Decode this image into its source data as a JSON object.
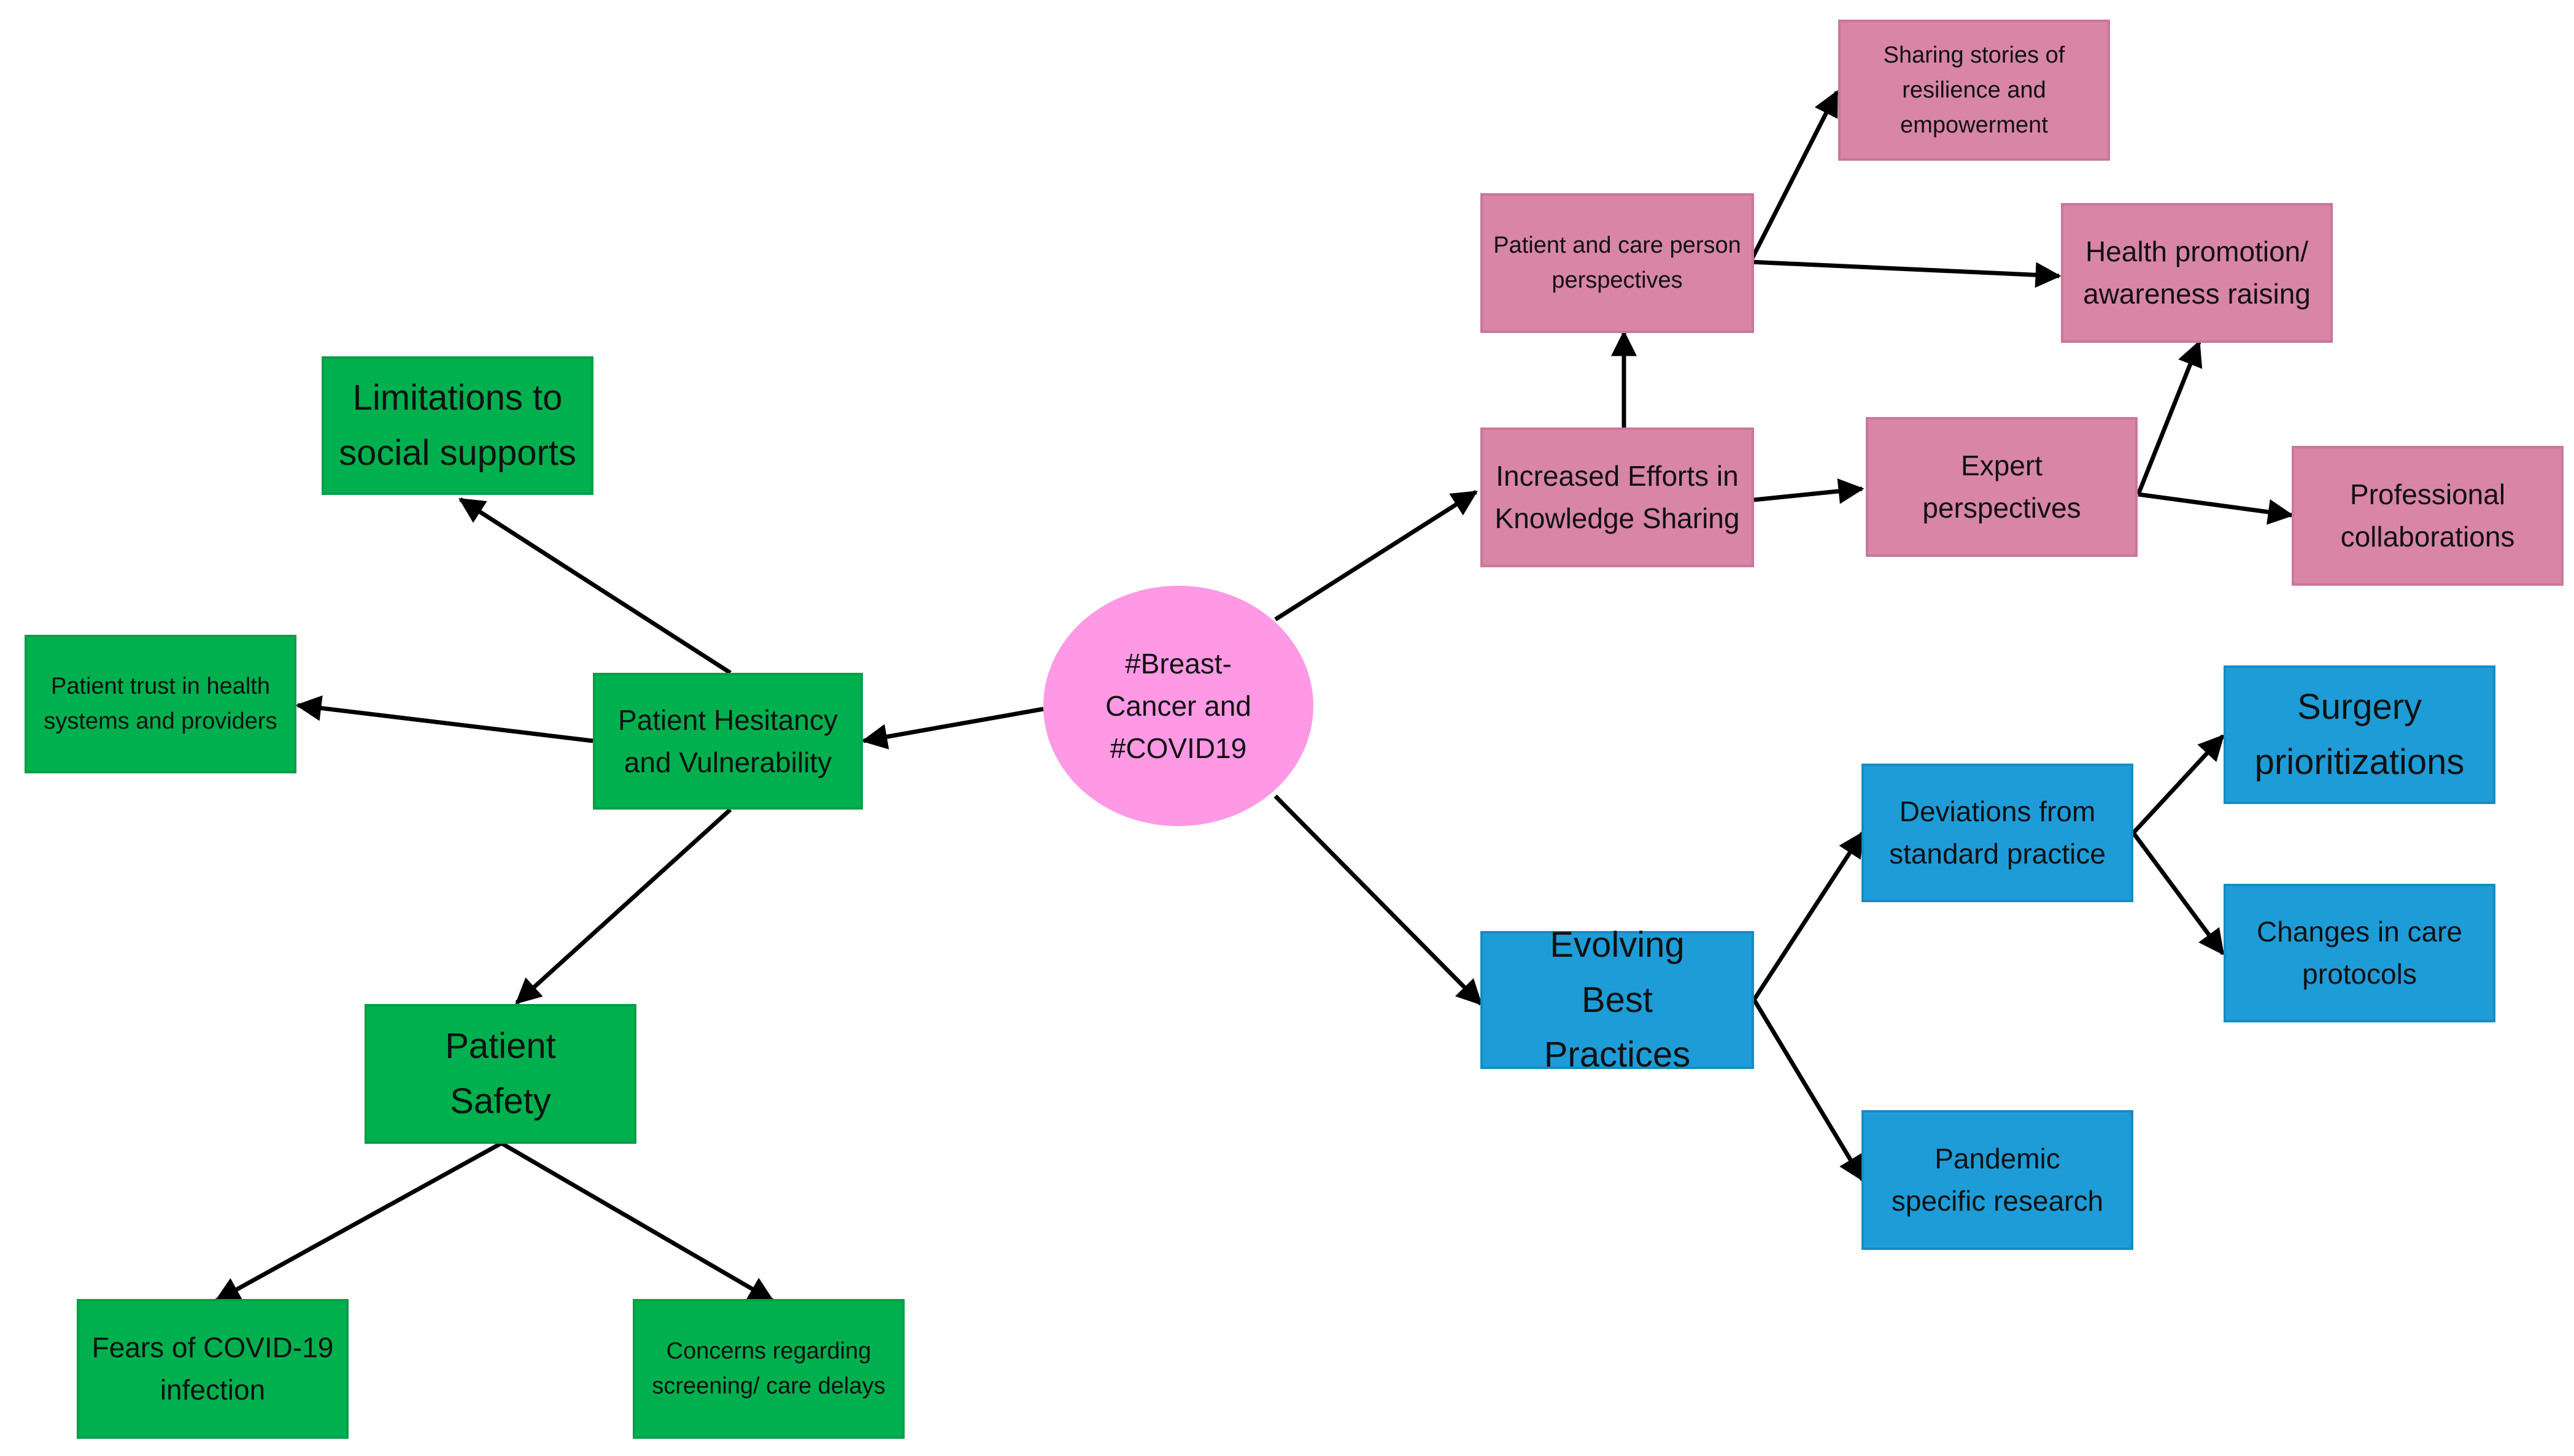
{
  "center": {
    "label": "#Breast-Cancer and #COVID19"
  },
  "pink": {
    "knowledge_sharing": "Increased Efforts in Knowledge Sharing",
    "patient_perspectives": "Patient and care person perspectives",
    "stories": "Sharing stories of resilience and empowerment",
    "health_promotion": "Health promotion/ awareness raising",
    "expert": "Expert perspectives",
    "professional": "Professional collaborations"
  },
  "green": {
    "hesitancy": "Patient Hesitancy and Vulnerability",
    "social_supports": "Limitations to social supports",
    "trust": "Patient trust in health systems and providers",
    "safety": "Patient Safety",
    "fears": "Fears of COVID-19 infection",
    "delays": "Concerns regarding screening/ care delays"
  },
  "blue": {
    "best_practices": "Evolving Best Practices",
    "deviations": "Deviations from standard practice",
    "surgery": "Surgery prioritizations",
    "protocols": "Changes in care protocols",
    "research": "Pandemic specific research"
  },
  "colors": {
    "pink": "#d885a6",
    "green": "#00b04f",
    "blue": "#1e9cd8",
    "center": "#ff99e5",
    "arrow": "#000000"
  }
}
